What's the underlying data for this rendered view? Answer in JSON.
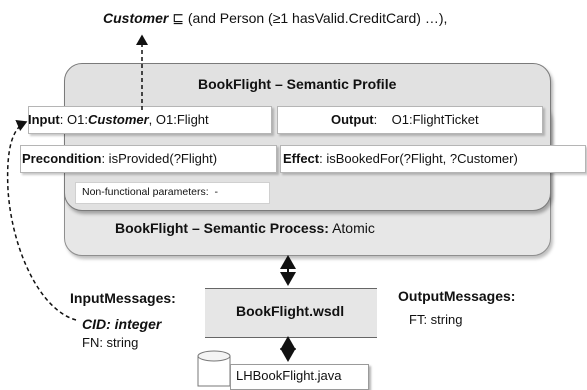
{
  "axiom": {
    "concept": "Customer",
    "symbol": "⊑",
    "expression": "(and Person (≥1 hasValid.CreditCard) …),"
  },
  "profile": {
    "title": "BookFlight – Semantic Profile",
    "input_label": "Input",
    "input_sep": ":",
    "input_ns1": "O1:",
    "input_customer": "Customer",
    "input_rest": ", O1:Flight",
    "output_label": "Output",
    "output_value": ":    O1:FlightTicket",
    "precondition_label": "Precondition",
    "precondition_value": ": isProvided(?Flight)",
    "effect_label": "Effect",
    "effect_value": ": isBookedFor(?Flight, ?Customer)",
    "nonfunctional": "Non-functional parameters:  -"
  },
  "process": {
    "title": "BookFlight – Semantic Process:",
    "type": "Atomic"
  },
  "wsdl": {
    "name": "BookFlight.wsdl",
    "input_messages_label": "InputMessages:",
    "input_message_1": "CID: integer",
    "input_message_2": "FN: string",
    "output_messages_label": "OutputMessages:",
    "output_message_1": "FT: string"
  },
  "implementation": {
    "file": "LHBookFlight.java"
  }
}
